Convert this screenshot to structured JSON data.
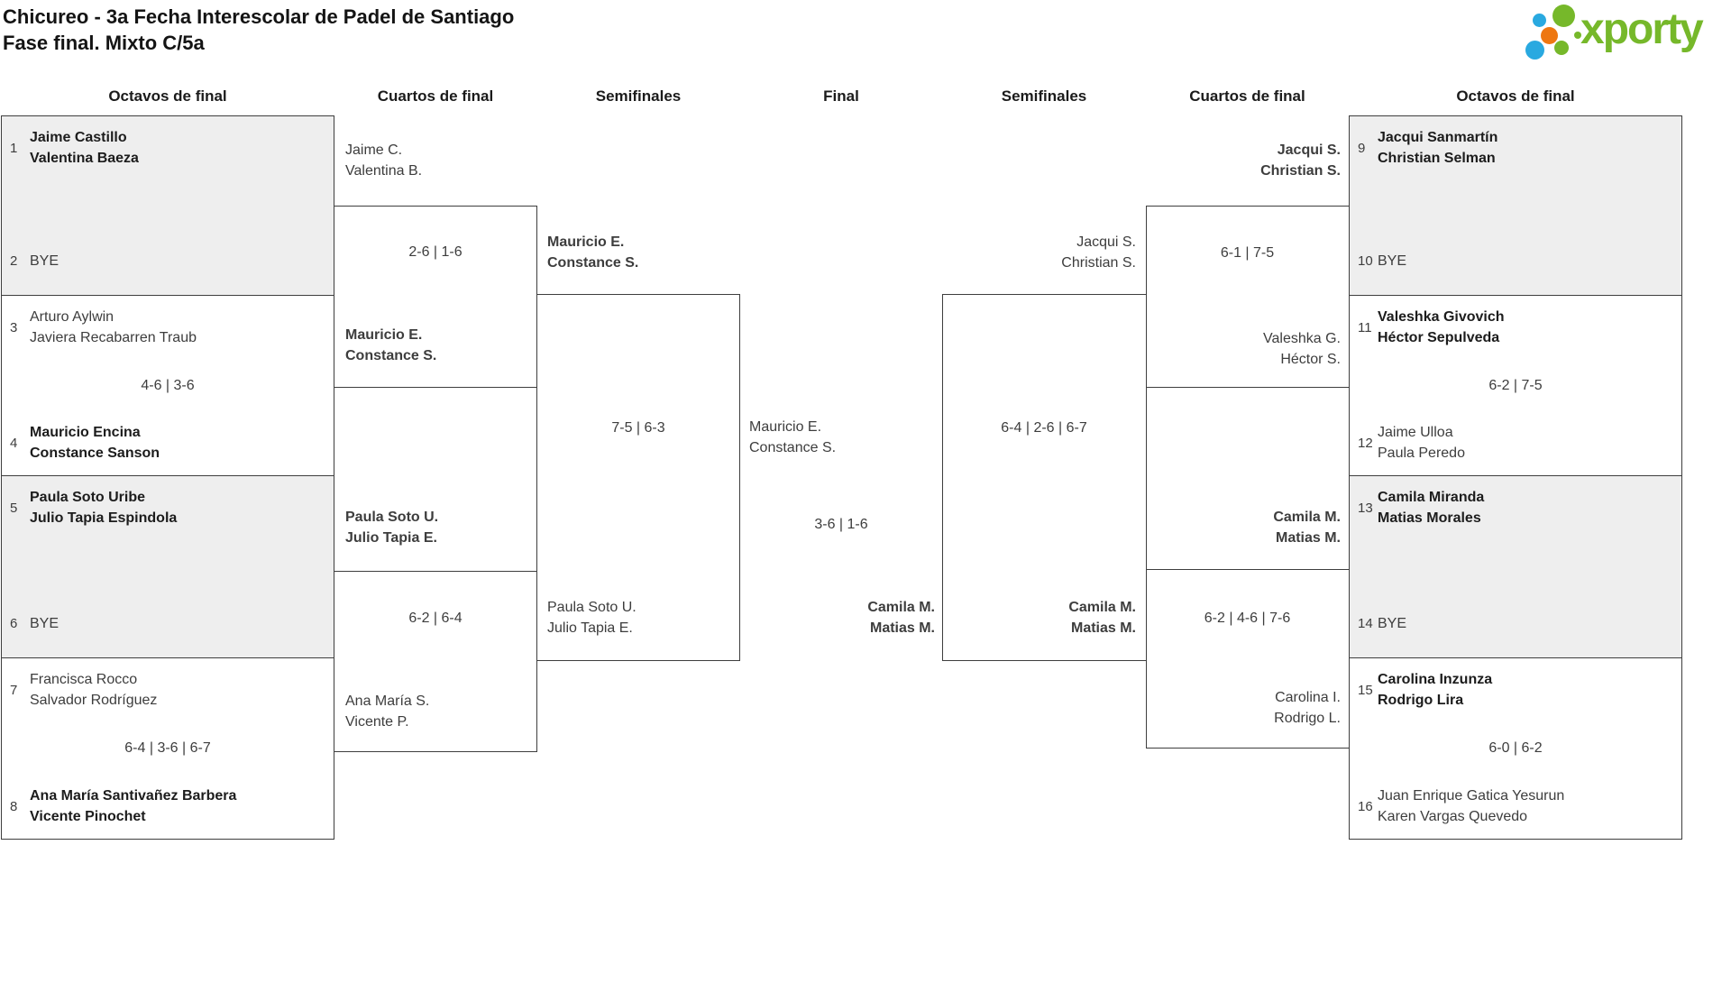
{
  "header": {
    "title_line1": "Chicureo - 3a Fecha Interescolar de Padel de Santiago",
    "title_line2": "Fase final. Mixto C/5a",
    "logo_text": "xporty"
  },
  "colors": {
    "logo_green": "#76b82a",
    "logo_blue": "#29a9e0",
    "logo_orange": "#ee7711",
    "box_shade": "#eeeeee",
    "line": "#3e3e3e"
  },
  "round_labels": {
    "octavos_left": "Octavos de final",
    "cuartos_left": "Cuartos de final",
    "semifinales_left": "Semifinales",
    "final": "Final",
    "semifinales_right": "Semifinales",
    "cuartos_right": "Cuartos de final",
    "octavos_right": "Octavos de final"
  },
  "octavos_left": [
    {
      "seed_top": "1",
      "team_top": [
        "Jaime Castillo",
        "Valentina Baeza"
      ],
      "score": "",
      "seed_bottom": "2",
      "team_bottom": [
        "BYE"
      ]
    },
    {
      "seed_top": "3",
      "team_top": [
        "Arturo Aylwin",
        "Javiera Recabarren Traub"
      ],
      "score": "4-6 | 3-6",
      "seed_bottom": "4",
      "team_bottom": [
        "Mauricio Encina",
        "Constance Sanson"
      ]
    },
    {
      "seed_top": "5",
      "team_top": [
        "Paula Soto Uribe",
        "Julio Tapia Espindola"
      ],
      "score": "",
      "seed_bottom": "6",
      "team_bottom": [
        "BYE"
      ]
    },
    {
      "seed_top": "7",
      "team_top": [
        "Francisca Rocco",
        "Salvador Rodríguez"
      ],
      "score": "6-4 | 3-6 | 6-7",
      "seed_bottom": "8",
      "team_bottom": [
        "Ana María Santivañez Barbera",
        "Vicente Pinochet"
      ]
    }
  ],
  "octavos_right": [
    {
      "seed_top": "9",
      "team_top": [
        "Jacqui Sanmartín",
        "Christian Selman"
      ],
      "score": "",
      "seed_bottom": "10",
      "team_bottom": [
        "BYE"
      ]
    },
    {
      "seed_top": "11",
      "team_top": [
        "Valeshka Givovich",
        "Héctor Sepulveda"
      ],
      "score": "6-2 | 7-5",
      "seed_bottom": "12",
      "team_bottom": [
        "Jaime Ulloa",
        "Paula Peredo"
      ]
    },
    {
      "seed_top": "13",
      "team_top": [
        "Camila Miranda",
        "Matias Morales"
      ],
      "score": "",
      "seed_bottom": "14",
      "team_bottom": [
        "BYE"
      ]
    },
    {
      "seed_top": "15",
      "team_top": [
        "Carolina Inzunza",
        "Rodrigo Lira"
      ],
      "score": "6-0 | 6-2",
      "seed_bottom": "16",
      "team_bottom": [
        "Juan Enrique Gatica Yesurun",
        "Karen Vargas Quevedo"
      ]
    }
  ],
  "cuartos_left": [
    {
      "team_top": [
        "Jaime C.",
        "Valentina B."
      ],
      "score": "2-6 | 1-6",
      "team_bottom": [
        "Mauricio E.",
        "Constance S."
      ]
    },
    {
      "team_top": [
        "Paula Soto U.",
        "Julio Tapia E."
      ],
      "score": "6-2 | 6-4",
      "team_bottom": [
        "Ana María S.",
        "Vicente P."
      ]
    }
  ],
  "cuartos_right": [
    {
      "team_top": [
        "Jacqui S.",
        "Christian S."
      ],
      "score": "6-1 | 7-5",
      "team_bottom": [
        "Valeshka G.",
        "Héctor S."
      ]
    },
    {
      "team_top": [
        "Camila M.",
        "Matias M."
      ],
      "score": "6-2 | 4-6 | 7-6",
      "team_bottom": [
        "Carolina I.",
        "Rodrigo L."
      ]
    }
  ],
  "semifinal_left": {
    "team_top": [
      "Mauricio E.",
      "Constance S."
    ],
    "score": "7-5 | 6-3",
    "team_bottom": [
      "Paula Soto U.",
      "Julio Tapia E."
    ]
  },
  "semifinal_right": {
    "team_top": [
      "Jacqui S.",
      "Christian S."
    ],
    "score": "6-4 | 2-6 | 6-7",
    "team_bottom": [
      "Camila M.",
      "Matias M."
    ]
  },
  "final": {
    "team_left": [
      "Mauricio E.",
      "Constance S."
    ],
    "score": "3-6 | 1-6",
    "team_right": [
      "Camila M.",
      "Matias M."
    ]
  }
}
